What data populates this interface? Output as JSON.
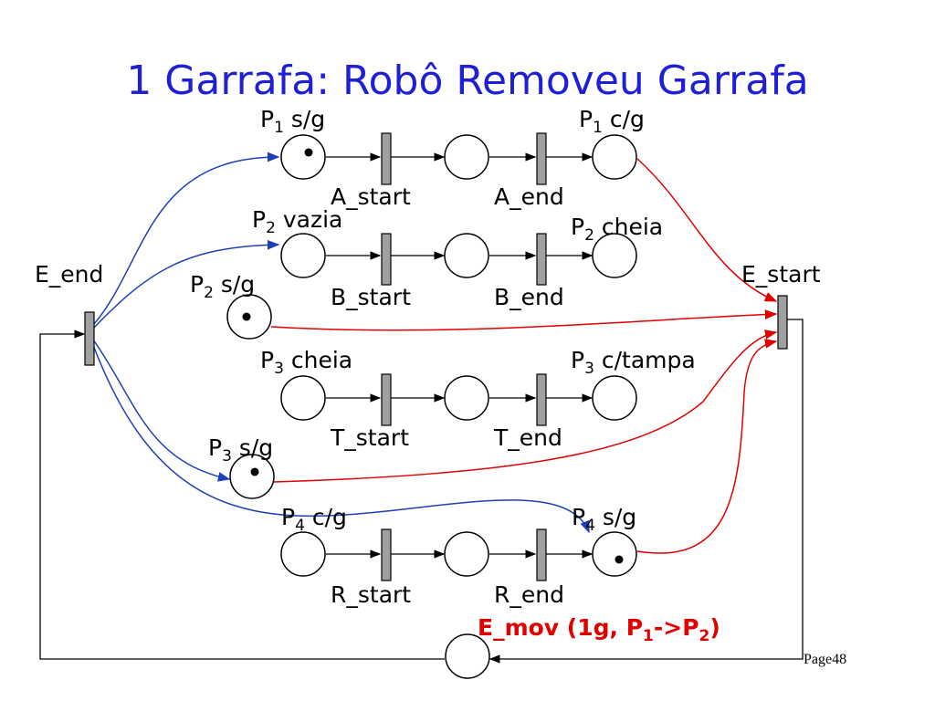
{
  "title": "1 Garrafa: Robô Removeu Garrafa",
  "labels": {
    "p1sg_main": "P",
    "p1sg_sub": "1",
    "p1sg_rest": " s/g",
    "p1cg_main": "P",
    "p1cg_sub": "1",
    "p1cg_rest": " c/g",
    "a_start": "A_start",
    "a_end": "A_end",
    "p2vazia_main": "P",
    "p2vazia_sub": "2",
    "p2vazia_rest": " vazia",
    "p2cheia_main": "P",
    "p2cheia_sub": "2",
    "p2cheia_rest": " cheia",
    "e_end": "E_end",
    "e_start": "E_start",
    "p2sg_main": "P",
    "p2sg_sub": "2",
    "p2sg_rest": " s/g",
    "b_start": "B_start",
    "b_end": "B_end",
    "p3cheia_main": "P",
    "p3cheia_sub": "3",
    "p3cheia_rest": " cheia",
    "p3tampa_main": "P",
    "p3tampa_sub": "3",
    "p3tampa_rest": " c/tampa",
    "t_start": "T_start",
    "t_end": "T_end",
    "p3sg_main": "P",
    "p3sg_sub": "3",
    "p3sg_rest": " s/g",
    "p4cg_main": "P",
    "p4cg_sub": "4",
    "p4cg_rest": " c/g",
    "p4sg_main": "P",
    "p4sg_sub": "4",
    "p4sg_rest": " s/g",
    "r_start": "R_start",
    "r_end": "R_end",
    "emov_a": "E_mov (1g, P",
    "emov_b": "1",
    "emov_c": "->P",
    "emov_d": "2",
    "emov_e": ")"
  },
  "footer": "Page48",
  "colors": {
    "title": "#1f1fd6",
    "blue_arc": "#1d3fb8",
    "red_arc": "#e00000",
    "transition": "#a0a0a0"
  }
}
